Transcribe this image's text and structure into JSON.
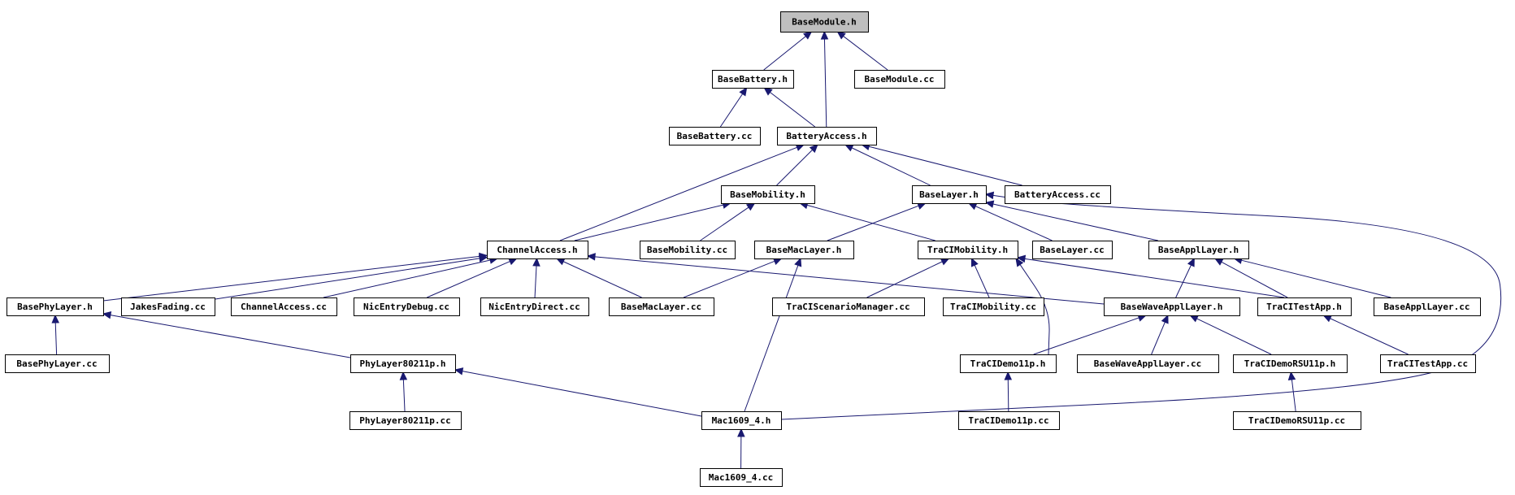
{
  "colors": {
    "edge": "#191970",
    "node_border": "#000000",
    "root_fill": "#bfbfbf",
    "node_fill": "#ffffff"
  },
  "nodes": [
    {
      "id": "BaseModule.h",
      "label": "BaseModule.h",
      "root": true
    },
    {
      "id": "BaseBattery.h",
      "label": "BaseBattery.h"
    },
    {
      "id": "BaseModule.cc",
      "label": "BaseModule.cc"
    },
    {
      "id": "BaseBattery.cc",
      "label": "BaseBattery.cc"
    },
    {
      "id": "BatteryAccess.h",
      "label": "BatteryAccess.h"
    },
    {
      "id": "BaseMobility.h",
      "label": "BaseMobility.h"
    },
    {
      "id": "BaseLayer.h",
      "label": "BaseLayer.h"
    },
    {
      "id": "BatteryAccess.cc",
      "label": "BatteryAccess.cc"
    },
    {
      "id": "ChannelAccess.h",
      "label": "ChannelAccess.h"
    },
    {
      "id": "BaseMobility.cc",
      "label": "BaseMobility.cc"
    },
    {
      "id": "BaseMacLayer.h",
      "label": "BaseMacLayer.h"
    },
    {
      "id": "TraCIMobility.h",
      "label": "TraCIMobility.h"
    },
    {
      "id": "BaseLayer.cc",
      "label": "BaseLayer.cc"
    },
    {
      "id": "BaseApplLayer.h",
      "label": "BaseApplLayer.h"
    },
    {
      "id": "BasePhyLayer.h",
      "label": "BasePhyLayer.h"
    },
    {
      "id": "JakesFading.cc",
      "label": "JakesFading.cc"
    },
    {
      "id": "ChannelAccess.cc",
      "label": "ChannelAccess.cc"
    },
    {
      "id": "NicEntryDebug.cc",
      "label": "NicEntryDebug.cc"
    },
    {
      "id": "NicEntryDirect.cc",
      "label": "NicEntryDirect.cc"
    },
    {
      "id": "BaseMacLayer.cc",
      "label": "BaseMacLayer.cc"
    },
    {
      "id": "TraCIScenarioManager.cc",
      "label": "TraCIScenarioManager.cc"
    },
    {
      "id": "TraCIMobility.cc",
      "label": "TraCIMobility.cc"
    },
    {
      "id": "BaseWaveApplLayer.h",
      "label": "BaseWaveApplLayer.h"
    },
    {
      "id": "TraCITestApp.h",
      "label": "TraCITestApp.h"
    },
    {
      "id": "BaseApplLayer.cc",
      "label": "BaseApplLayer.cc"
    },
    {
      "id": "BasePhyLayer.cc",
      "label": "BasePhyLayer.cc"
    },
    {
      "id": "PhyLayer80211p.h",
      "label": "PhyLayer80211p.h"
    },
    {
      "id": "TraCIDemo11p.h",
      "label": "TraCIDemo11p.h"
    },
    {
      "id": "BaseWaveApplLayer.cc",
      "label": "BaseWaveApplLayer.cc"
    },
    {
      "id": "TraCIDemoRSU11p.h",
      "label": "TraCIDemoRSU11p.h"
    },
    {
      "id": "TraCITestApp.cc",
      "label": "TraCITestApp.cc"
    },
    {
      "id": "PhyLayer80211p.cc",
      "label": "PhyLayer80211p.cc"
    },
    {
      "id": "Mac1609_4.h",
      "label": "Mac1609_4.h"
    },
    {
      "id": "TraCIDemo11p.cc",
      "label": "TraCIDemo11p.cc"
    },
    {
      "id": "TraCIDemoRSU11p.cc",
      "label": "TraCIDemoRSU11p.cc"
    },
    {
      "id": "Mac1609_4.cc",
      "label": "Mac1609_4.cc"
    }
  ],
  "edges": [
    {
      "from": "BaseBattery.h",
      "to": "BaseModule.h"
    },
    {
      "from": "BatteryAccess.h",
      "to": "BaseModule.h"
    },
    {
      "from": "BaseModule.cc",
      "to": "BaseModule.h"
    },
    {
      "from": "BaseBattery.cc",
      "to": "BaseBattery.h"
    },
    {
      "from": "BatteryAccess.h",
      "to": "BaseBattery.h"
    },
    {
      "from": "ChannelAccess.h",
      "to": "BatteryAccess.h"
    },
    {
      "from": "BaseMobility.h",
      "to": "BatteryAccess.h"
    },
    {
      "from": "BaseLayer.h",
      "to": "BatteryAccess.h"
    },
    {
      "from": "BatteryAccess.cc",
      "to": "BatteryAccess.h"
    },
    {
      "from": "ChannelAccess.h",
      "to": "BaseMobility.h"
    },
    {
      "from": "BaseMobility.cc",
      "to": "BaseMobility.h"
    },
    {
      "from": "TraCIMobility.h",
      "to": "BaseMobility.h"
    },
    {
      "from": "BaseMacLayer.h",
      "to": "BaseLayer.h"
    },
    {
      "from": "BaseLayer.cc",
      "to": "BaseLayer.h"
    },
    {
      "from": "BaseApplLayer.h",
      "to": "BaseLayer.h"
    },
    {
      "from": "Mac1609_4.h",
      "to": "BaseLayer.h"
    },
    {
      "from": "BasePhyLayer.h",
      "to": "ChannelAccess.h"
    },
    {
      "from": "JakesFading.cc",
      "to": "ChannelAccess.h"
    },
    {
      "from": "ChannelAccess.cc",
      "to": "ChannelAccess.h"
    },
    {
      "from": "NicEntryDebug.cc",
      "to": "ChannelAccess.h"
    },
    {
      "from": "NicEntryDirect.cc",
      "to": "ChannelAccess.h"
    },
    {
      "from": "BaseMacLayer.cc",
      "to": "ChannelAccess.h"
    },
    {
      "from": "BaseWaveApplLayer.h",
      "to": "ChannelAccess.h"
    },
    {
      "from": "BaseMacLayer.cc",
      "to": "BaseMacLayer.h"
    },
    {
      "from": "Mac1609_4.h",
      "to": "BaseMacLayer.h"
    },
    {
      "from": "TraCIScenarioManager.cc",
      "to": "TraCIMobility.h"
    },
    {
      "from": "TraCIMobility.cc",
      "to": "TraCIMobility.h"
    },
    {
      "from": "TraCIDemo11p.h",
      "to": "TraCIMobility.h"
    },
    {
      "from": "TraCITestApp.h",
      "to": "TraCIMobility.h"
    },
    {
      "from": "BaseWaveApplLayer.h",
      "to": "BaseApplLayer.h"
    },
    {
      "from": "TraCITestApp.h",
      "to": "BaseApplLayer.h"
    },
    {
      "from": "BaseApplLayer.cc",
      "to": "BaseApplLayer.h"
    },
    {
      "from": "BasePhyLayer.cc",
      "to": "BasePhyLayer.h"
    },
    {
      "from": "PhyLayer80211p.h",
      "to": "BasePhyLayer.h"
    },
    {
      "from": "TraCIDemo11p.h",
      "to": "BaseWaveApplLayer.h"
    },
    {
      "from": "BaseWaveApplLayer.cc",
      "to": "BaseWaveApplLayer.h"
    },
    {
      "from": "TraCIDemoRSU11p.h",
      "to": "BaseWaveApplLayer.h"
    },
    {
      "from": "TraCITestApp.cc",
      "to": "TraCITestApp.h"
    },
    {
      "from": "PhyLayer80211p.cc",
      "to": "PhyLayer80211p.h"
    },
    {
      "from": "Mac1609_4.h",
      "to": "PhyLayer80211p.h"
    },
    {
      "from": "TraCIDemo11p.cc",
      "to": "TraCIDemo11p.h"
    },
    {
      "from": "TraCIDemoRSU11p.cc",
      "to": "TraCIDemoRSU11p.h"
    },
    {
      "from": "Mac1609_4.cc",
      "to": "Mac1609_4.h"
    }
  ]
}
